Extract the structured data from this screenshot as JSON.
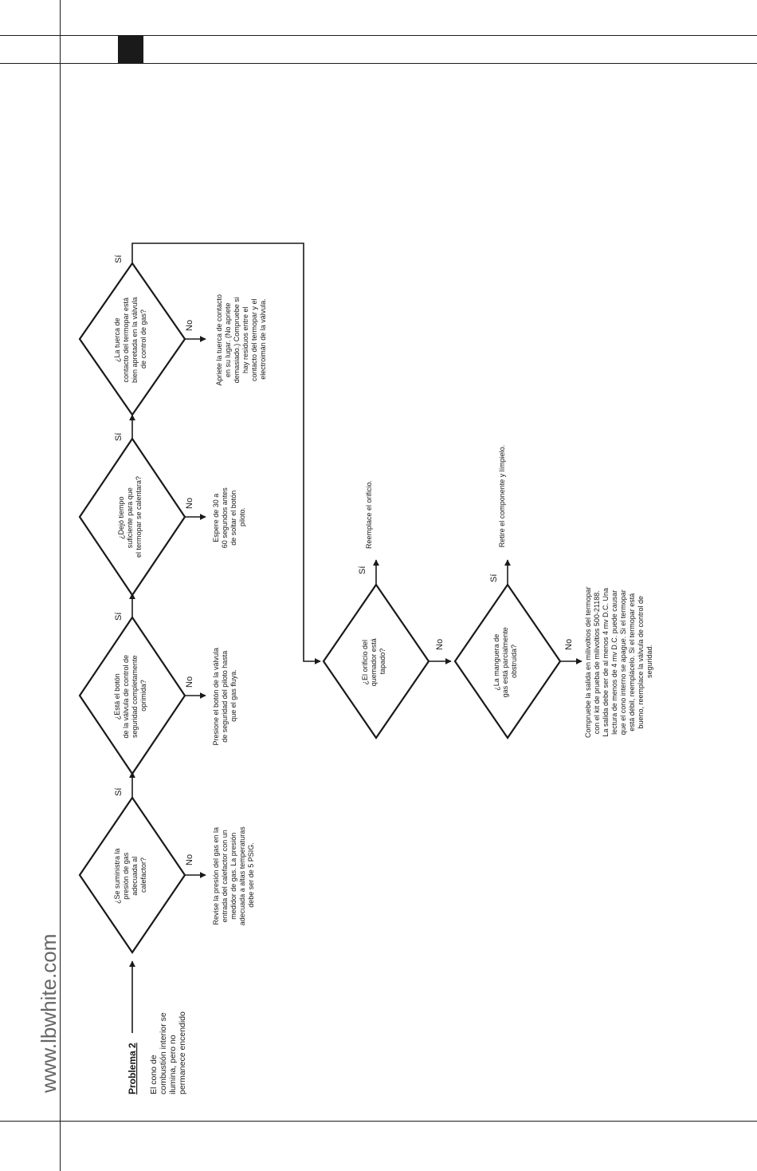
{
  "site": {
    "url": "www.lbwhite.com"
  },
  "problem": {
    "title": "Problema 2",
    "description": [
      "El cono de",
      "combustión interior se",
      "ilumina, pero no",
      "permanece encendido"
    ]
  },
  "labels": {
    "yes": "Sí",
    "no": "No"
  },
  "questions": [
    {
      "id": "q1",
      "lines": [
        "¿Se suministra la",
        "presión de gas",
        "adecuada al",
        "calefactor?"
      ]
    },
    {
      "id": "q2",
      "lines": [
        "¿Está el botón",
        "de la válvula de control de",
        "seguridad completamente",
        "oprimida?"
      ]
    },
    {
      "id": "q3",
      "lines": [
        "¿Dejó tiempo",
        "suficiente para que",
        "el termopar se calentara?"
      ]
    },
    {
      "id": "q4",
      "lines": [
        "¿La tuerca de",
        "contacto del termopar está",
        "bien apretada en la válvula",
        "de control de gas?"
      ]
    },
    {
      "id": "q5",
      "lines": [
        "¿El orificio del",
        "quemador está",
        "tapado?"
      ]
    },
    {
      "id": "q6",
      "lines": [
        "¿La manguera de",
        "gas está parcialmente",
        "obstruida?"
      ]
    }
  ],
  "actions": [
    {
      "id": "a1",
      "lines": [
        "Revise la presión del gas en la",
        "entrada del calefactor con un",
        "medidor de gas. La presión",
        "adecuada a altas temperaturas",
        "debe ser de 5 PSIG."
      ]
    },
    {
      "id": "a2",
      "lines": [
        "Presione el botón de la válvula",
        "de seguridad del piloto hasta",
        "que el gas fluya."
      ]
    },
    {
      "id": "a3",
      "lines": [
        "Espere de 30 a",
        "60 segundos antes",
        "de soltar el botón",
        "piloto."
      ]
    },
    {
      "id": "a4",
      "lines": [
        "Apriete la tuerca de contacto",
        "en su lugar. (No apriete",
        "demasiado.) Compruebe si",
        "hay residuos entre el",
        "contacto del termopar y el",
        "electroimán de la válvula."
      ]
    },
    {
      "id": "a5",
      "lines": [
        "Reemplace el orificio."
      ]
    },
    {
      "id": "a6",
      "lines": [
        "Retire el componente y límpielo."
      ]
    },
    {
      "id": "a7",
      "lines": [
        "Compruebe la salida en milivoltios del termopar",
        "con el kit de prueba de milivoltios 500-21188.",
        "La salida debe ser de al menos 4 mv D.C. Una",
        "lectura de menos de 4 mv D.C. puede causar",
        "que el cono interno se apague. Si el termopar",
        "está débil, reemplácelo. Si el termopar está",
        "bueno, reemplace la válvula de control de",
        "seguridad."
      ]
    }
  ]
}
